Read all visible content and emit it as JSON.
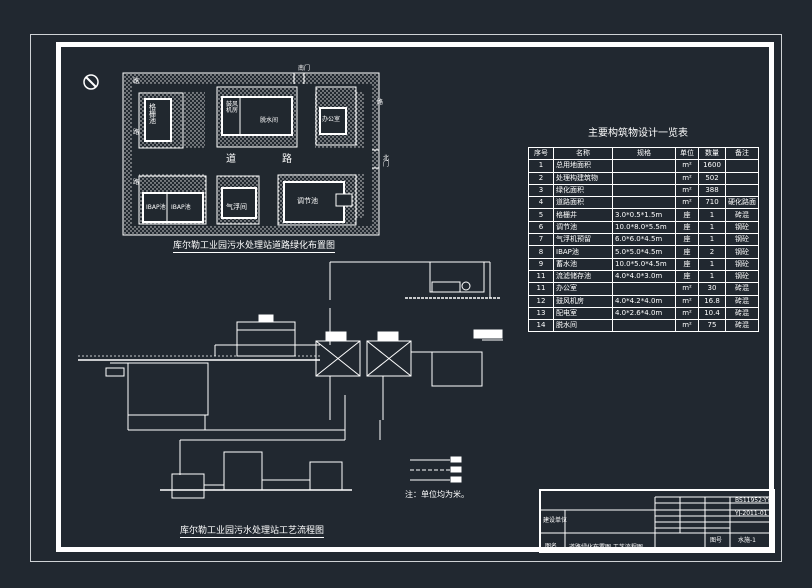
{
  "site_plan": {
    "caption": "库尔勒工业园污水处理站道路绿化布置图",
    "gate_top": "南门",
    "gate_right": "北门",
    "road": [
      "道",
      "路"
    ],
    "labels": {
      "grit_pool": "格栅池",
      "pump_room": "鼓风机房",
      "dewater_room": "脱水间",
      "office": "办公室",
      "ibap1": "IBAP池",
      "ibap2": "IBAP池",
      "flotation": "气浮间",
      "regulating": "调节池"
    },
    "side_marks": [
      "路",
      "路",
      "路",
      "路"
    ]
  },
  "process": {
    "caption": "库尔勒工业园污水处理站工艺流程图",
    "note": "注：单位均为米。"
  },
  "table": {
    "title": "主要构筑物设计一览表",
    "headers": [
      "序号",
      "名称",
      "规格",
      "单位",
      "数量",
      "备注"
    ],
    "rows": [
      [
        "1",
        "总用地面积",
        "",
        "m²",
        "1600",
        ""
      ],
      [
        "2",
        "处理构建筑物",
        "",
        "m²",
        "502",
        ""
      ],
      [
        "3",
        "绿化面积",
        "",
        "m²",
        "388",
        ""
      ],
      [
        "4",
        "道路面积",
        "",
        "m²",
        "710",
        "硬化路面"
      ],
      [
        "5",
        "格栅井",
        "3.0*0.5*1.5m",
        "座",
        "1",
        "砖混"
      ],
      [
        "6",
        "调节池",
        "10.0*8.0*5.5m",
        "座",
        "1",
        "钢砼"
      ],
      [
        "7",
        "气浮机预留",
        "6.0*6.0*4.5m",
        "座",
        "1",
        "钢砼"
      ],
      [
        "8",
        "IBAP池",
        "5.0*5.0*4.5m",
        "座",
        "2",
        "钢砼"
      ],
      [
        "9",
        "蓄水池",
        "10.0*5.0*4.5m",
        "座",
        "1",
        "钢砼"
      ],
      [
        "11",
        "流滤储存池",
        "4.0*4.0*3.0m",
        "座",
        "1",
        "钢砼"
      ],
      [
        "11",
        "办公室",
        "",
        "m²",
        "30",
        "砖混"
      ],
      [
        "12",
        "鼓风机房",
        "4.0*4.2*4.0m",
        "m²",
        "16.8",
        "砖混"
      ],
      [
        "13",
        "配电室",
        "4.0*2.6*4.0m",
        "m²",
        "10.4",
        "砖混"
      ],
      [
        "14",
        "脱水间",
        "",
        "m²",
        "75",
        "砖混"
      ]
    ]
  },
  "title_block": {
    "code": "BS11952-YY",
    "sheet_code": "YJ-2011-01",
    "stage": "建设单位",
    "drawing_name_label": "图名",
    "drawing_name": "道路绿化布置图 工艺流程图",
    "sheet_no_label": "图号",
    "sheet_no": "水施-1"
  }
}
